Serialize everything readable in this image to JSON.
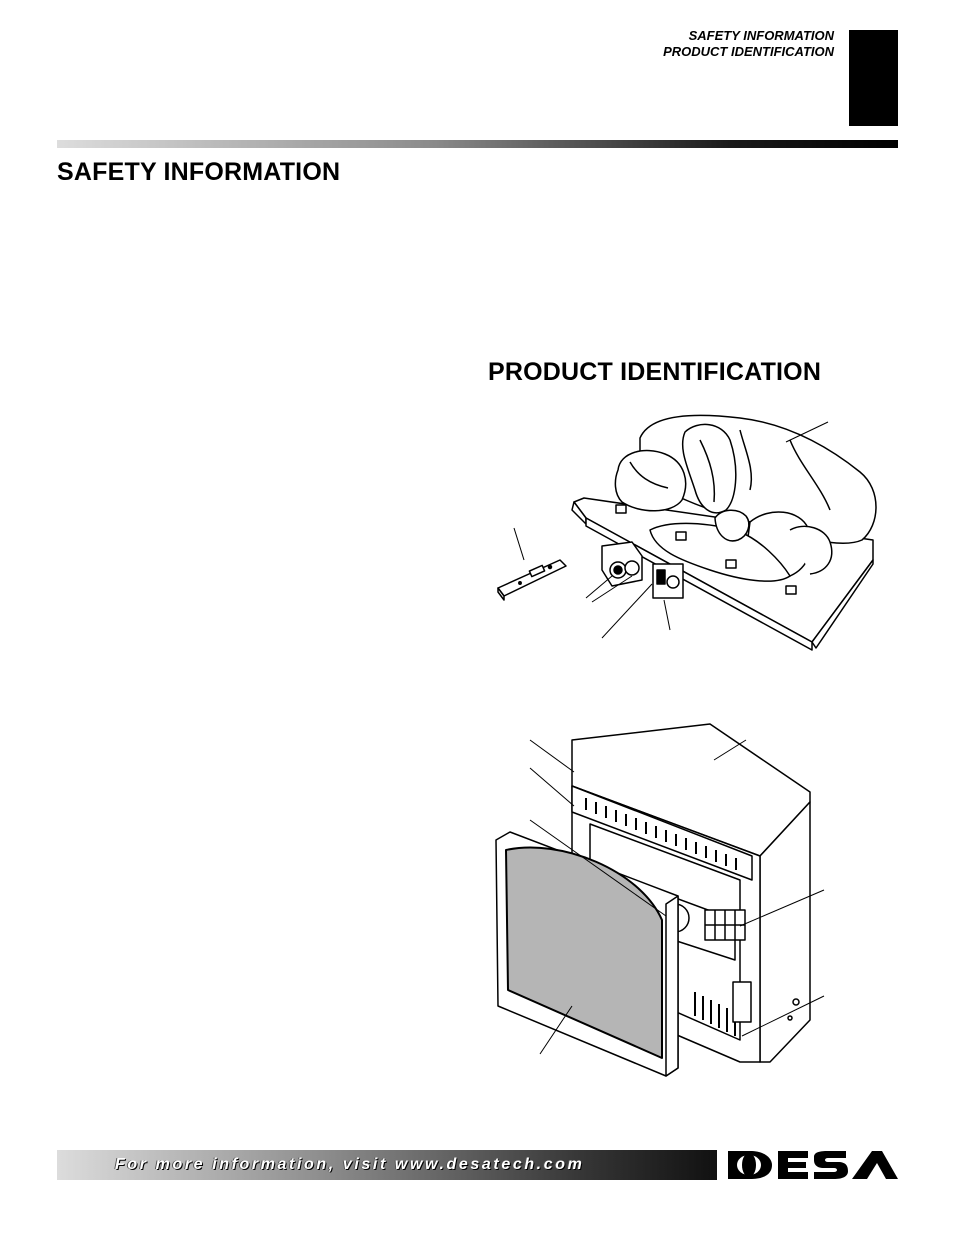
{
  "header": {
    "line1": "SAFETY INFORMATION",
    "line2": "PRODUCT IDENTIFICATION"
  },
  "sections": {
    "safety_title": "SAFETY INFORMATION",
    "product_title": "PRODUCT IDENTIFICATION"
  },
  "footer": {
    "text": "For more information, visit www.desatech.com",
    "logo": "DESA"
  },
  "colors": {
    "ink": "#000000",
    "tab": "#000000",
    "glass": "#b5b5b5"
  }
}
